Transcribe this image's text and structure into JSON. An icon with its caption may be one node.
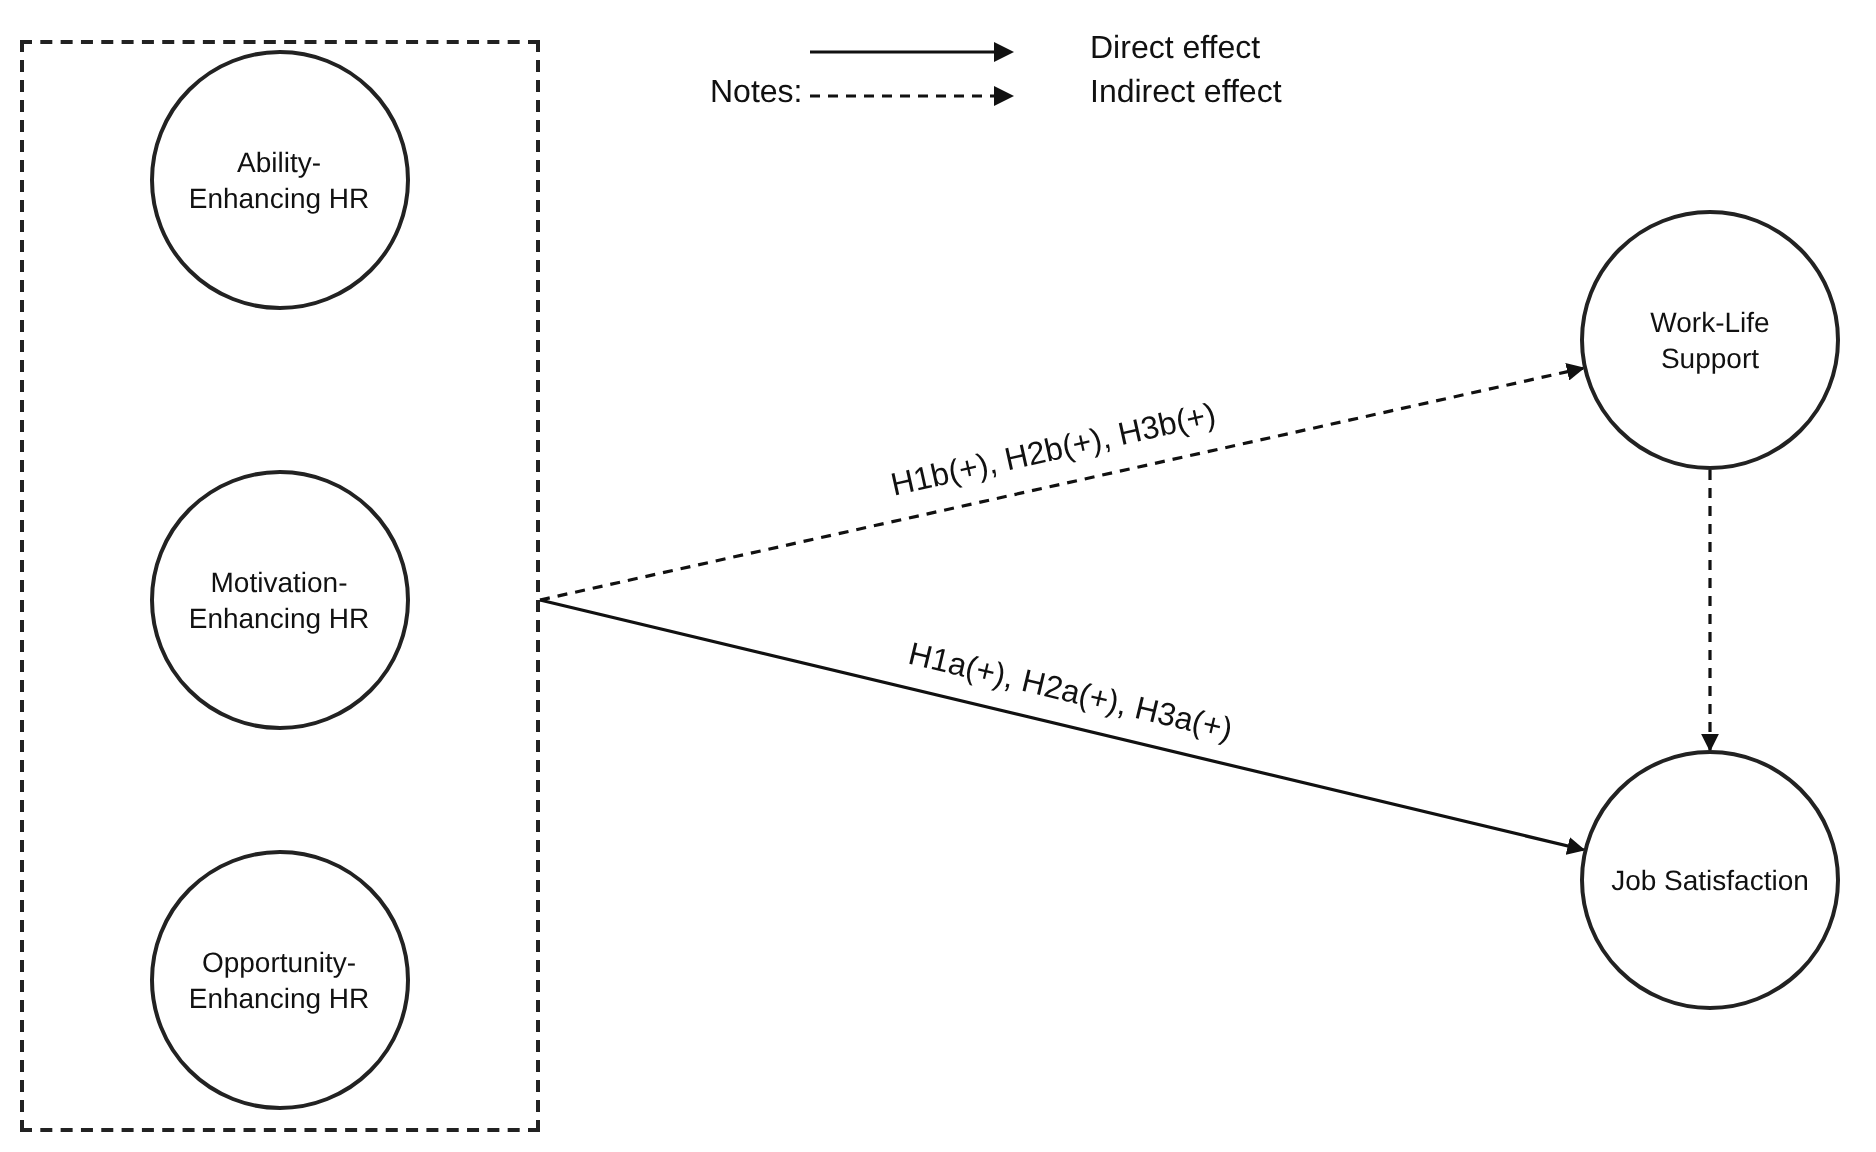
{
  "diagram": {
    "nodes": [
      {
        "text": [],
        "shape": "box"
      },
      {
        "text": [
          "Ability-Enhancing HR"
        ],
        "in": 0
      },
      {
        "text": [
          "Motivation-Enhancing HR"
        ],
        "in": 0
      },
      {
        "text": [
          "Opportunity-Enhancing HR"
        ],
        "in": 0
      },
      {
        "text": [
          "Work-Life Support"
        ]
      },
      {
        "text": [
          "Job Satisfaction"
        ]
      }
    ],
    "edges": [
      {
        "from": 0,
        "to": 4,
        "arrow": "to",
        "label": "H1b(+), H2b(+), H3b(+)",
        "style": "dashed"
      },
      {
        "from": 0,
        "to": 5,
        "arrow": "to",
        "label": "H1a(+), H2a(+), H3a(+)"
      },
      {
        "from": 4,
        "to": 5,
        "arrow": "to",
        "style": "dashed"
      }
    ],
    "labels": [
      "Notes:"
    ],
    "legend": [
      {
        "text": "Direct effect"
      },
      {
        "text": "Indirect effect"
      }
    ]
  }
}
